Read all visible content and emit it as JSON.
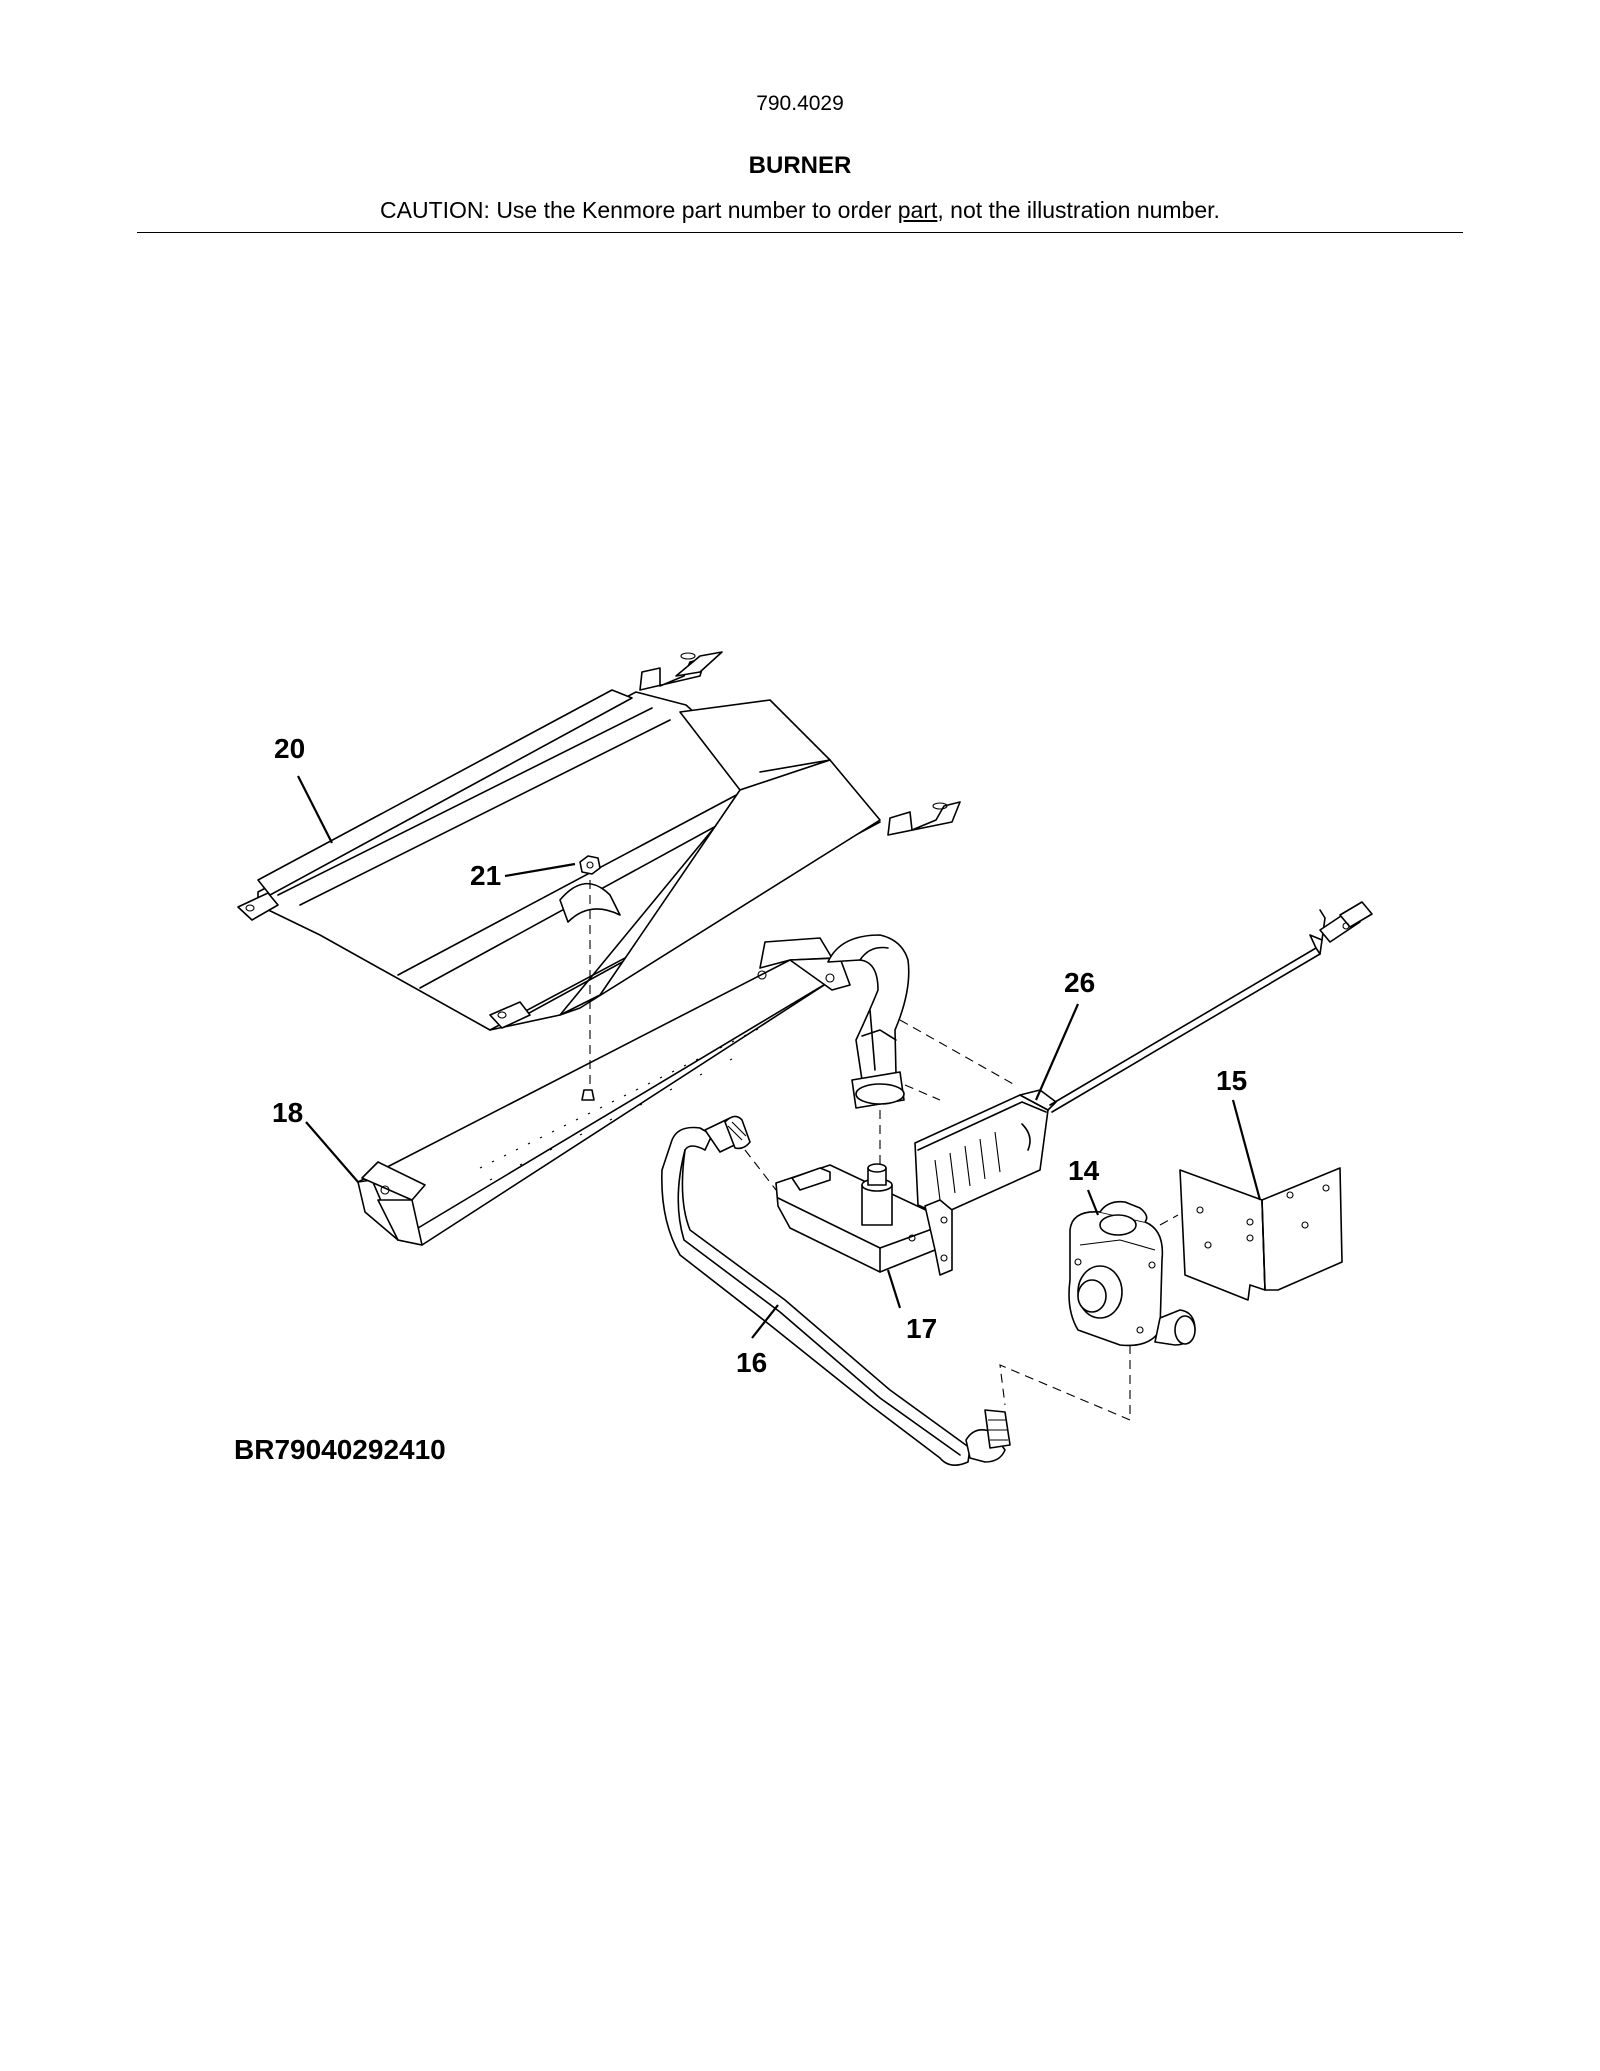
{
  "header": {
    "model_number": "790.4029",
    "section_title": "BURNER",
    "caution_prefix": "CAUTION: Use the Kenmore part number to order ",
    "caution_underlined": "part",
    "caution_suffix": ", not the illustration number."
  },
  "diagram": {
    "drawing_code": "BR79040292410",
    "callouts": {
      "c20": "20",
      "c21": "21",
      "c18": "18",
      "c26": "26",
      "c15": "15",
      "c14": "14",
      "c17": "17",
      "c16": "16"
    }
  }
}
